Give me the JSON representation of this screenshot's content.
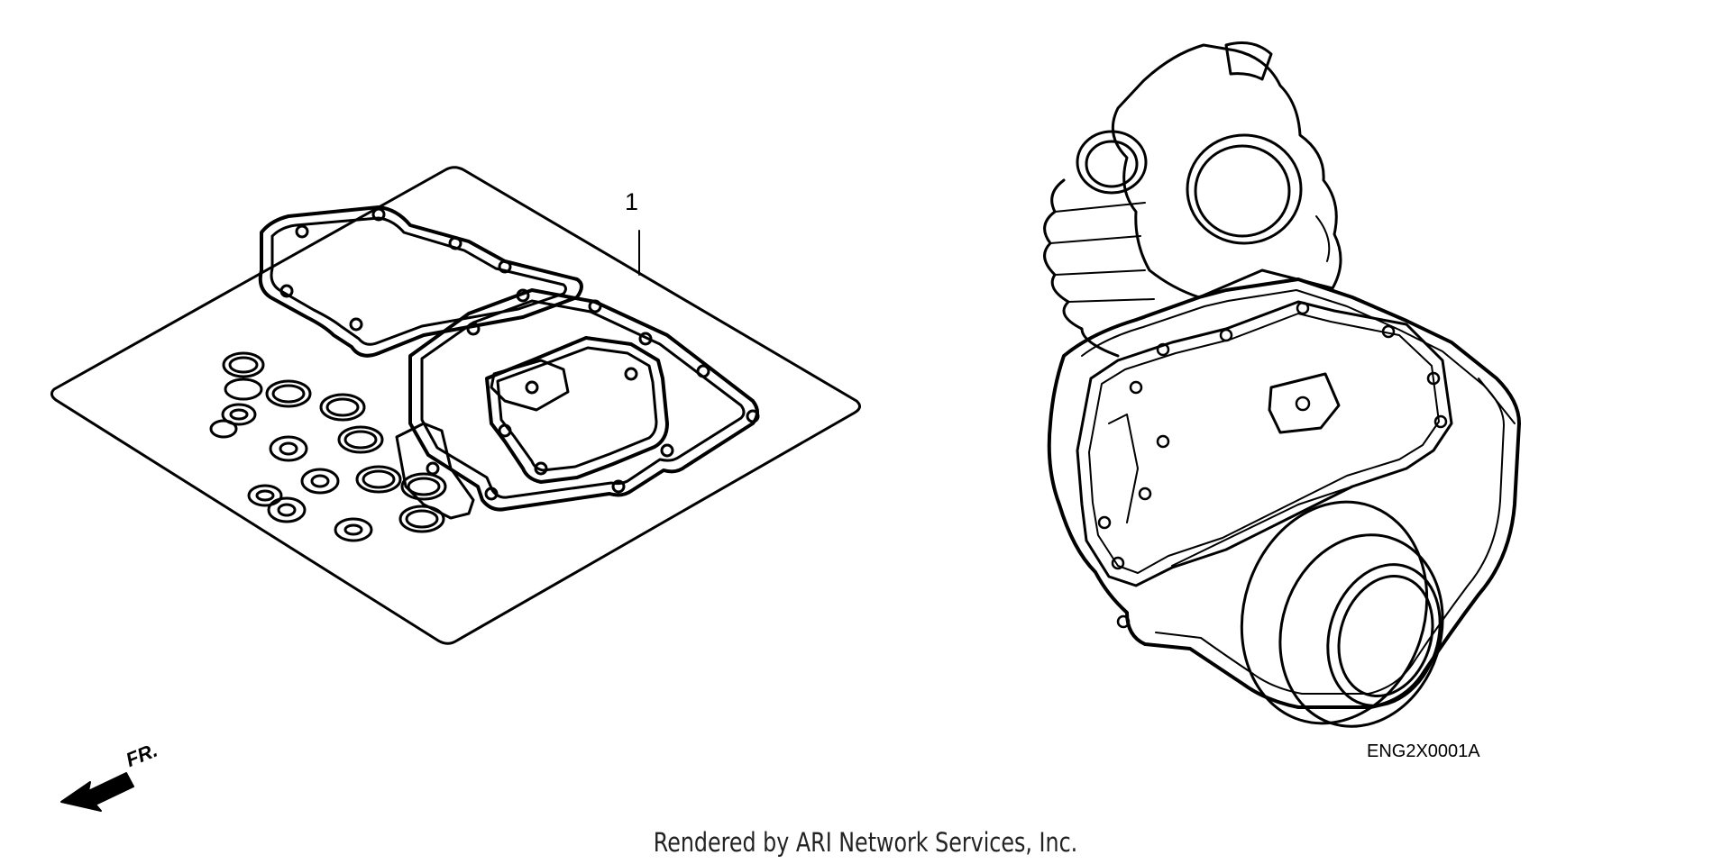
{
  "diagram": {
    "callouts": [
      {
        "label": "1"
      }
    ],
    "diagram_code": "ENG2X0001A",
    "direction_label": "FR.",
    "footer_text": "Rendered by ARI Network Services, Inc.",
    "colors": {
      "line": "#000000",
      "background": "#ffffff"
    },
    "icons": {
      "gasket_kit": "gasket-kit-illustration",
      "engine": "engine-assembly-illustration",
      "direction_arrow": "front-direction-arrow-icon"
    }
  }
}
